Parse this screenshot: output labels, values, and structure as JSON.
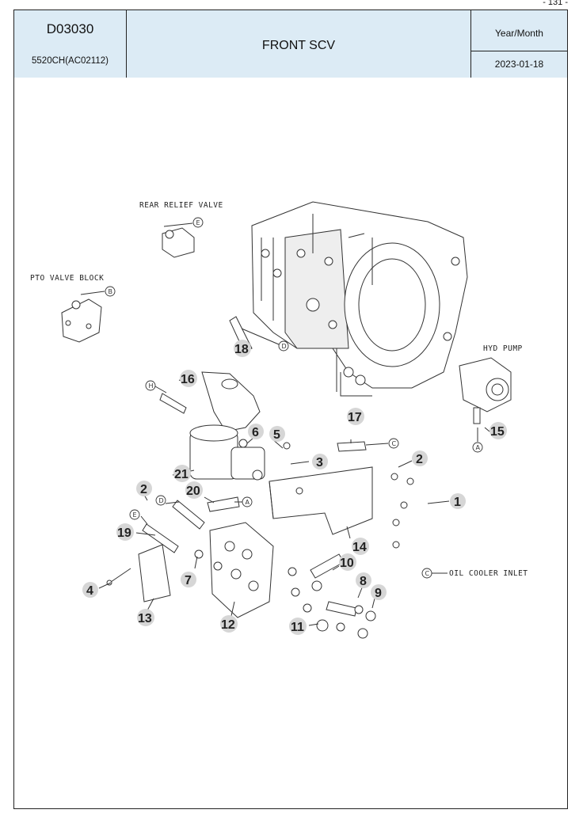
{
  "page_number": "- 131 -",
  "header": {
    "code": "D03030",
    "model": "5520CH(AC02112)",
    "title": "FRONT SCV",
    "year_month_label": "Year/Month",
    "date": "2023-01-18"
  },
  "diagram": {
    "labels": {
      "rear_relief_valve": "REAR RELIEF VALVE",
      "pto_valve_block": "PTO VALVE BLOCK",
      "hyd_pump": "HYD PUMP",
      "oil_cooler_inlet": "OIL COOLER INLET"
    },
    "connection_letters": [
      "A",
      "B",
      "C",
      "D",
      "E",
      "H"
    ],
    "part_numbers": [
      "1",
      "2",
      "3",
      "4",
      "5",
      "6",
      "7",
      "8",
      "9",
      "10",
      "11",
      "12",
      "13",
      "14",
      "15",
      "16",
      "17",
      "18",
      "19",
      "20",
      "21"
    ]
  }
}
